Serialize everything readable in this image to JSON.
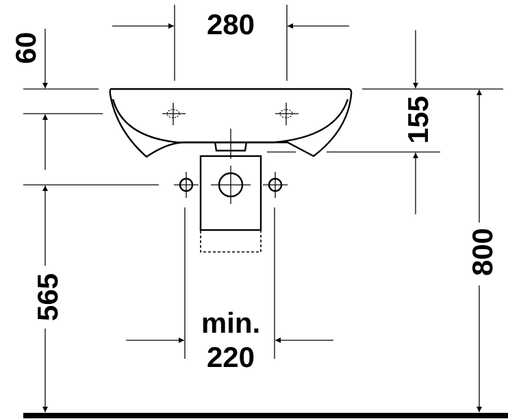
{
  "drawing": {
    "type": "washbasin installation dimension drawing (front view)",
    "colors": {
      "line": "#000000",
      "background": "#ffffff"
    },
    "dimensions": {
      "faucet_hole_spacing": "280",
      "basin_top_offset": "60",
      "basin_height": "155",
      "total_height": "800",
      "fixing_height": "565",
      "min_label": "min.",
      "min_fixing_spacing": "220"
    }
  }
}
